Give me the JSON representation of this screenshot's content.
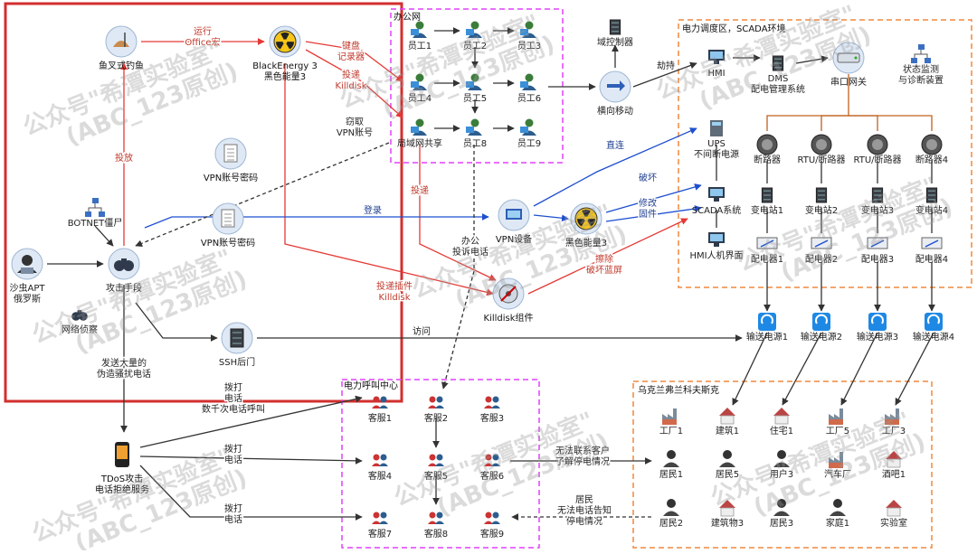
{
  "colors": {
    "attack_box": "#d32f2f",
    "office_box": "#e040fb",
    "scada_box": "#f0883e",
    "callcenter_box": "#e040fb",
    "ukraine_box": "#f0883e",
    "red_line": "#e53935",
    "blue_line": "#1e4fd0",
    "dark_line": "#333333"
  },
  "regions": {
    "office": "办公网",
    "scada": "电力调度区，SCADA环境",
    "callcenter": "电力呼叫中心",
    "ukraine": "乌克兰弗兰科夫斯克"
  },
  "nodes": [
    {
      "id": "phishing",
      "label": "鱼叉式钓鱼",
      "icon": "phishing-icon"
    },
    {
      "id": "be3",
      "label": "BlackEnergy 3\n黑色能量3",
      "icon": "radiation-icon"
    },
    {
      "id": "vpnpwd1",
      "label": "VPN账号密码",
      "icon": "document-icon"
    },
    {
      "id": "botnet",
      "label": "BOTNET僵尸",
      "icon": "network-icon"
    },
    {
      "id": "apt",
      "label": "沙虫APT\n俄罗斯",
      "icon": "hacker-icon"
    },
    {
      "id": "attack",
      "label": "攻击手段",
      "icon": "binoculars-icon"
    },
    {
      "id": "vpnpwd2",
      "label": "VPN账号密码",
      "icon": "document-icon"
    },
    {
      "id": "recon",
      "label": "网络侦察",
      "icon": "binoculars-icon"
    },
    {
      "id": "ssh",
      "label": "SSH后门",
      "icon": "server-icon"
    },
    {
      "id": "tdos",
      "label": "TDoS攻击\n电话拒绝服务",
      "icon": "phone-icon"
    },
    {
      "id": "e1",
      "label": "员工1",
      "icon": "person-icon"
    },
    {
      "id": "e2",
      "label": "员工2",
      "icon": "person-icon"
    },
    {
      "id": "e3",
      "label": "员工3",
      "icon": "person-icon"
    },
    {
      "id": "e4",
      "label": "员工4",
      "icon": "person-icon"
    },
    {
      "id": "e5",
      "label": "员工5",
      "icon": "person-icon"
    },
    {
      "id": "e6",
      "label": "员工6",
      "icon": "person-icon"
    },
    {
      "id": "lanshare",
      "label": "局域网共享",
      "icon": "person-icon"
    },
    {
      "id": "e8",
      "label": "员工8",
      "icon": "person-icon"
    },
    {
      "id": "e9",
      "label": "员工9",
      "icon": "person-icon"
    },
    {
      "id": "dc",
      "label": "域控制器",
      "icon": "server-icon"
    },
    {
      "id": "lateral",
      "label": "横向移动",
      "icon": "lateral-icon"
    },
    {
      "id": "vpndev",
      "label": "VPN设备",
      "icon": "vpn-icon"
    },
    {
      "id": "be3b",
      "label": "黑色能量3",
      "icon": "radiation-icon"
    },
    {
      "id": "killdisk",
      "label": "Killdisk组件",
      "icon": "killdisk-icon"
    },
    {
      "id": "hmi",
      "label": "HMI",
      "icon": "pc-icon"
    },
    {
      "id": "dms",
      "label": "DMS\n配电管理系统",
      "icon": "server-icon"
    },
    {
      "id": "gateway",
      "label": "串口网关",
      "icon": "gateway-icon"
    },
    {
      "id": "monitor",
      "label": "状态监测\n与诊断装置",
      "icon": "network-icon"
    },
    {
      "id": "ups",
      "label": "UPS\n不间断电源",
      "icon": "ups-icon"
    },
    {
      "id": "scadasys",
      "label": "SCADA系统",
      "icon": "pc-icon"
    },
    {
      "id": "hmiui",
      "label": "HMI人机界面",
      "icon": "pc-icon"
    },
    {
      "id": "br1",
      "label": "断路器",
      "icon": "breaker-icon"
    },
    {
      "id": "br2",
      "label": "RTU/断路器",
      "icon": "breaker-icon"
    },
    {
      "id": "br3",
      "label": "RTU/断路器",
      "icon": "breaker-icon"
    },
    {
      "id": "br4",
      "label": "断路器4",
      "icon": "breaker-icon"
    },
    {
      "id": "st1",
      "label": "变电站1",
      "icon": "server-icon"
    },
    {
      "id": "st2",
      "label": "变电站2",
      "icon": "server-icon"
    },
    {
      "id": "st3",
      "label": "变电站3",
      "icon": "server-icon"
    },
    {
      "id": "st4",
      "label": "变电站4",
      "icon": "server-icon"
    },
    {
      "id": "pd1",
      "label": "配电器1",
      "icon": "switch-icon"
    },
    {
      "id": "pd2",
      "label": "配电器2",
      "icon": "switch-icon"
    },
    {
      "id": "pd3",
      "label": "配电器3",
      "icon": "switch-icon"
    },
    {
      "id": "pd4",
      "label": "配电器4",
      "icon": "switch-icon"
    },
    {
      "id": "tp1",
      "label": "输送电源1",
      "icon": "power-icon"
    },
    {
      "id": "tp2",
      "label": "输送电源2",
      "icon": "power-icon"
    },
    {
      "id": "tp3",
      "label": "输送电源3",
      "icon": "power-icon"
    },
    {
      "id": "tp4",
      "label": "输送电源4",
      "icon": "power-icon"
    },
    {
      "id": "c1",
      "label": "客服1",
      "icon": "group-icon"
    },
    {
      "id": "c2",
      "label": "客服2",
      "icon": "group-icon"
    },
    {
      "id": "c3",
      "label": "客服3",
      "icon": "group-icon"
    },
    {
      "id": "c4",
      "label": "客服4",
      "icon": "group-icon"
    },
    {
      "id": "c5",
      "label": "客服5",
      "icon": "group-icon"
    },
    {
      "id": "c6",
      "label": "客服6",
      "icon": "group-icon"
    },
    {
      "id": "c7",
      "label": "客服7",
      "icon": "group-icon"
    },
    {
      "id": "c8",
      "label": "客服8",
      "icon": "group-icon"
    },
    {
      "id": "c9",
      "label": "客服9",
      "icon": "group-icon"
    },
    {
      "id": "f1",
      "label": "工厂1",
      "icon": "factory-icon"
    },
    {
      "id": "b1",
      "label": "建筑1",
      "icon": "house-icon"
    },
    {
      "id": "h1",
      "label": "住宅1",
      "icon": "house-icon"
    },
    {
      "id": "f5",
      "label": "工厂5",
      "icon": "factory-icon"
    },
    {
      "id": "f3",
      "label": "工厂3",
      "icon": "factory-icon"
    },
    {
      "id": "r1",
      "label": "居民1",
      "icon": "resident-icon"
    },
    {
      "id": "r5",
      "label": "居民5",
      "icon": "resident-icon"
    },
    {
      "id": "u3",
      "label": "用户3",
      "icon": "resident-icon"
    },
    {
      "id": "car",
      "label": "汽车厂",
      "icon": "factory-icon"
    },
    {
      "id": "bar",
      "label": "酒吧1",
      "icon": "house-icon"
    },
    {
      "id": "r2",
      "label": "居民2",
      "icon": "resident-icon"
    },
    {
      "id": "b3",
      "label": "建筑物3",
      "icon": "house-icon"
    },
    {
      "id": "r3",
      "label": "居民3",
      "icon": "resident-icon"
    },
    {
      "id": "fam",
      "label": "家庭1",
      "icon": "resident-icon"
    },
    {
      "id": "lab",
      "label": "实验室",
      "icon": "house-icon"
    }
  ],
  "edge_labels": {
    "run_macro": "运行\nOffice宏",
    "keylogger": "键盘\n记录器",
    "deliver_killdisk": "投递\nKilldisk",
    "steal_vpn": "窃取\nVPN账号",
    "deliver": "投放",
    "login": "登录",
    "deliver2": "投递",
    "office_complaint": "办公\n投诉电话",
    "deliver_plugin": "投递插件\nKilldisk",
    "visit": "访问",
    "hijack": "劫持",
    "direct": "直连",
    "destroy": "破坏",
    "modify_fw": "修改\n固件",
    "wipe": "擦除\n破坏蓝屏",
    "flood_calls": "发送大量的\n伪造骚扰电话",
    "dial1": "拨打\n电话\n数千次电话呼叫",
    "dial2": "拨打\n电话",
    "dial3": "拨打\n电话",
    "no_contact": "无法联系客户\n了解停电情况",
    "resident_fail": "居民\n无法电话告知\n停电情况"
  },
  "watermarks": [
    "公众号\"希潭实验室\"",
    "(ABC_123原创)"
  ]
}
